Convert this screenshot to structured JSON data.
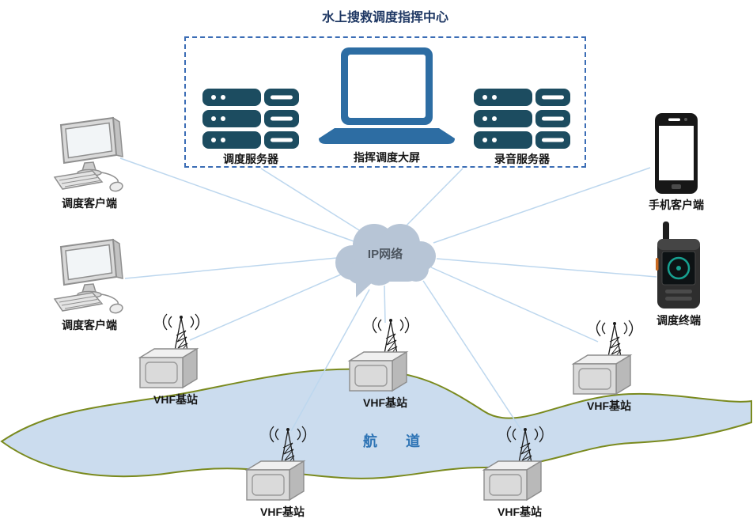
{
  "title": "水上搜救调度指挥中心",
  "command_center": {
    "dispatch_server": "调度服务器",
    "command_screen": "指挥调度大屏",
    "recording_server": "录音服务器"
  },
  "nodes": {
    "dispatch_client_1": "调度客户端",
    "dispatch_client_2": "调度客户端",
    "mobile_client": "手机客户端",
    "dispatch_terminal": "调度终端",
    "ip_network": "IP网络",
    "vhf_station_left": "VHF基站",
    "vhf_station_center": "VHF基站",
    "vhf_station_right": "VHF基站",
    "vhf_station_bottom_left": "VHF基站",
    "vhf_station_bottom_right": "VHF基站",
    "waterway": "航　　道"
  },
  "colors": {
    "title": "#1f3864",
    "server": "#1c4c60",
    "screen_device": "#2d6da3",
    "cloud": "#b7c5d6",
    "cloud_text": "#4d5660",
    "link": "#bdd7ee",
    "river_fill": "#cbdcee",
    "river_stroke": "#7a8a1e",
    "box_border": "#3b6db5",
    "waterway_text": "#2e74b5",
    "label_text": "#141414"
  }
}
